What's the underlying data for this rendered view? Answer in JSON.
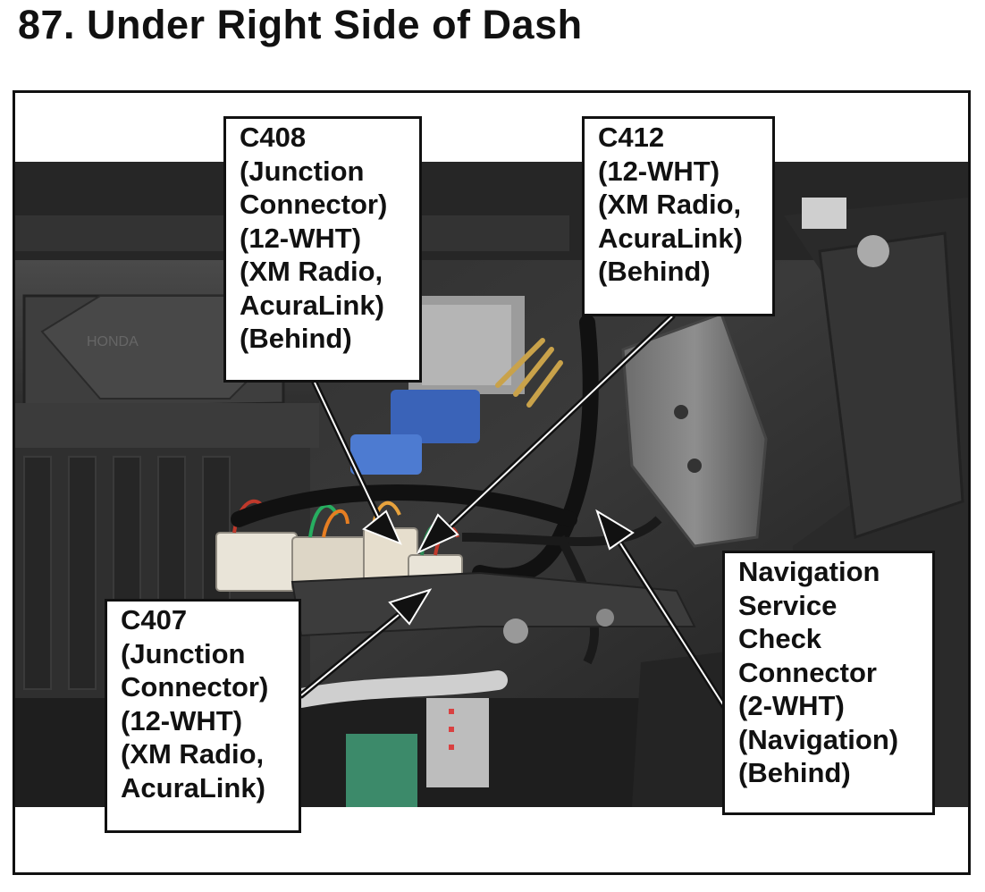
{
  "title": "87.  Under Right Side of Dash",
  "photo": {
    "badge_text": "HONDA"
  },
  "labels": {
    "c408": [
      "C408",
      "(Junction",
      "Connector)",
      "(12-WHT)",
      "(XM Radio,",
      "AcuraLink)",
      "(Behind)"
    ],
    "c412": [
      "C412",
      "(12-WHT)",
      "(XM Radio,",
      "AcuraLink)",
      "(Behind)"
    ],
    "c407": [
      "C407",
      "(Junction",
      "Connector)",
      "(12-WHT)",
      "(XM Radio,",
      "AcuraLink)"
    ],
    "nav": [
      "Navigation",
      "Service",
      "Check",
      "Connector",
      "(2-WHT)",
      "(Navigation)",
      "(Behind)"
    ]
  }
}
